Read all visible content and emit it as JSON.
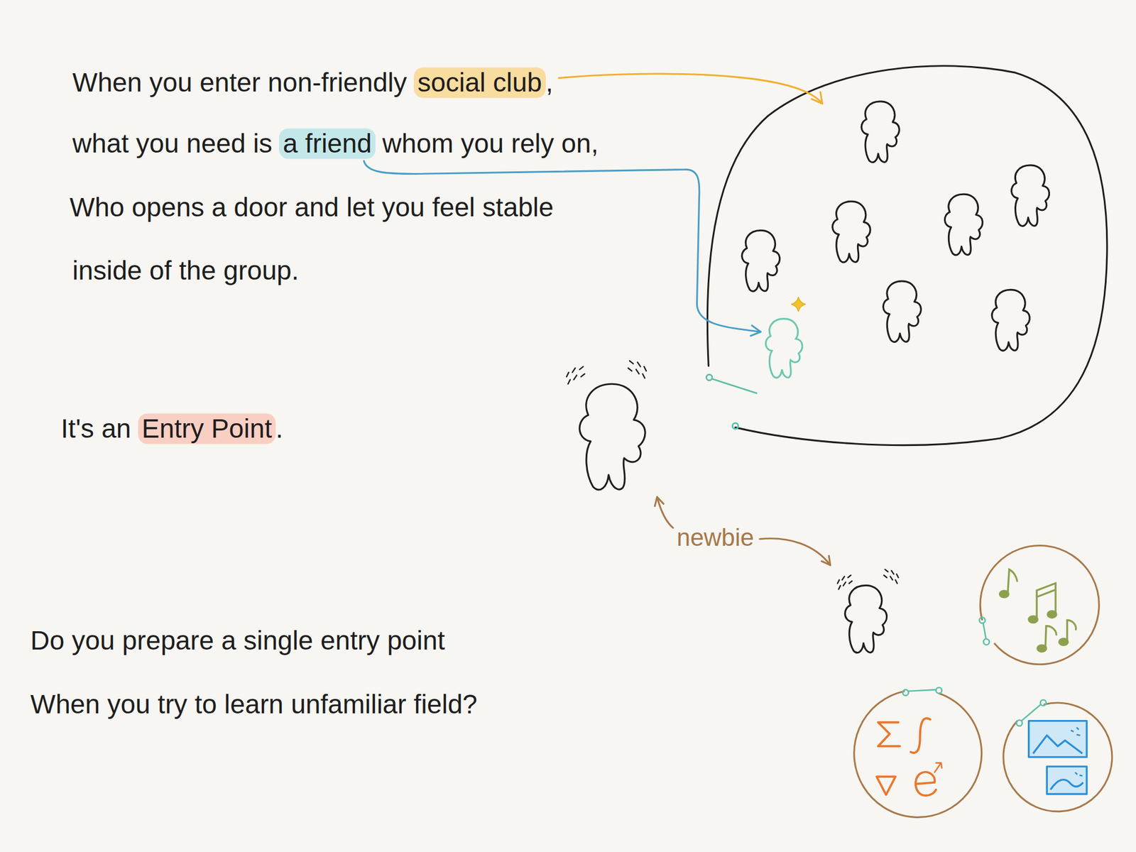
{
  "diagram": {
    "labels": [
      "When you enter non-friendly",
      "social club",
      ",",
      "what you need is",
      "a friend",
      "whom you rely on,",
      "Who opens a door and let you feel stable",
      "inside of the group.",
      "It's an",
      "Entry Point",
      ".",
      "Do you prepare a single entry point",
      "When you try to learn unfamiliar field?",
      "newbie"
    ]
  }
}
